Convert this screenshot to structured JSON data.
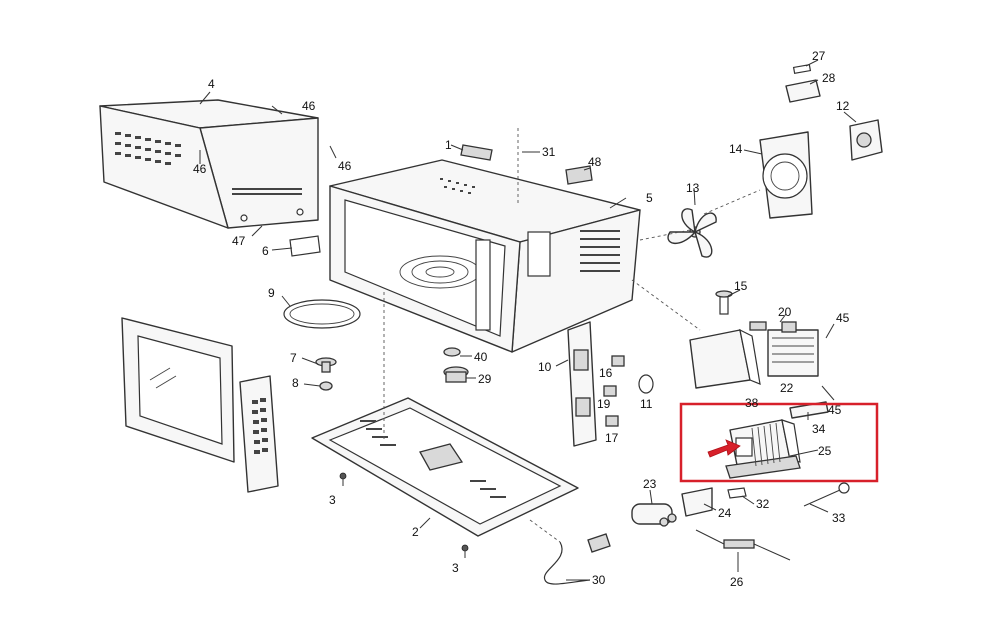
{
  "callouts": {
    "c1": "1",
    "c2": "2",
    "c3a": "3",
    "c3b": "3",
    "c4": "4",
    "c5": "5",
    "c6": "6",
    "c7": "7",
    "c8": "8",
    "c9": "9",
    "c10": "10",
    "c11": "11",
    "c12": "12",
    "c13": "13",
    "c14": "14",
    "c15": "15",
    "c16": "16",
    "c17": "17",
    "c19": "19",
    "c20": "20",
    "c22": "22",
    "c23": "23",
    "c24": "24",
    "c25": "25",
    "c26": "26",
    "c27": "27",
    "c28": "28",
    "c29": "29",
    "c30": "30",
    "c31": "31",
    "c32": "32",
    "c33": "33",
    "c34": "34",
    "c38": "38",
    "c40": "40",
    "c45a": "45",
    "c45b": "45",
    "c46a": "46",
    "c46b": "46",
    "c46c": "46",
    "c47": "47",
    "c48": "48"
  },
  "highlight": {
    "color": "#d7202a",
    "part": "25"
  },
  "icons": [
    "transformer-icon",
    "arrow-icon",
    "screw-icon",
    "fan-blade-icon"
  ]
}
